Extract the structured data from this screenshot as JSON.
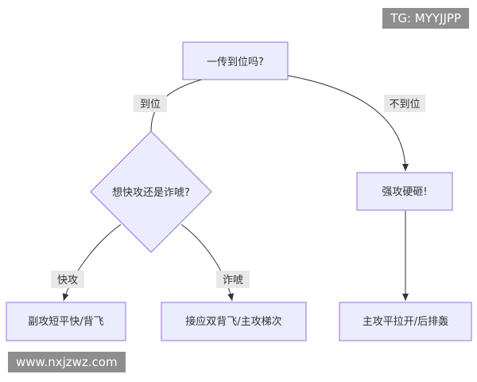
{
  "diagram": {
    "nodes": {
      "start": "一传到位吗?",
      "decide": "想快攻还是诈唬?",
      "hard": "强攻硬砸!",
      "quick_action": "副攻短平快/背飞",
      "bluff_action": "接应双背飞/主攻梯次",
      "main_action": "主攻平拉开/后排轰"
    },
    "edges": {
      "yes": "到位",
      "no": "不到位",
      "quick": "快攻",
      "bluff": "诈唬"
    },
    "colors": {
      "node_fill": "#ececff",
      "node_stroke": "#9370db",
      "edge": "#333333",
      "label_bg": "#e8e8e8"
    }
  },
  "watermarks": {
    "top": "TG: MYYJJPP",
    "bottom": "www.nxjzwz.com"
  }
}
